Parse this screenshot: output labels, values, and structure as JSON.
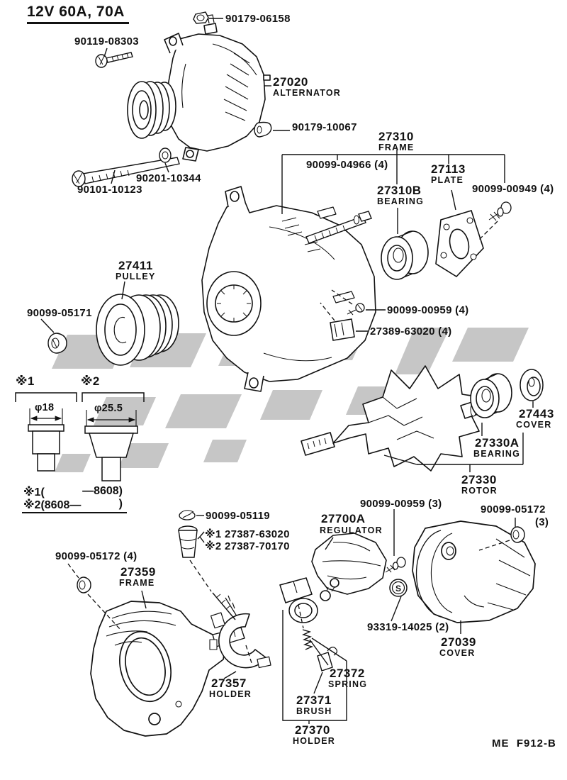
{
  "header": {
    "title": "12V 60A, 70A"
  },
  "footer": {
    "code": "ME  F912-B"
  },
  "symbols": {
    "s_mark": "S"
  },
  "parts": {
    "alternator": {
      "number": "27020",
      "name": "ALTERNATOR"
    },
    "frame_front": {
      "number": "27310",
      "name": "FRAME"
    },
    "bearing_front": {
      "number": "27310B",
      "name": "BEARING"
    },
    "plate": {
      "number": "27113",
      "name": "PLATE"
    },
    "pulley": {
      "number": "27411",
      "name": "PULLEY"
    },
    "cover_small": {
      "number": "27443",
      "name": "COVER"
    },
    "bearing_rear": {
      "number": "27330A",
      "name": "BEARING"
    },
    "rotor": {
      "number": "27330",
      "name": "ROTOR"
    },
    "regulator": {
      "number": "27700A",
      "name": "REGULATOR"
    },
    "cover_rear": {
      "number": "27039",
      "name": "COVER"
    },
    "frame_rear": {
      "number": "27359",
      "name": "FRAME"
    },
    "holder_c": {
      "number": "27357",
      "name": "HOLDER"
    },
    "spring": {
      "number": "27372",
      "name": "SPRING"
    },
    "brush": {
      "number": "27371",
      "name": "BRUSH"
    },
    "holder_brush": {
      "number": "27370",
      "name": "HOLDER"
    }
  },
  "callouts": {
    "c90179_06158": "90179-06158",
    "c90119_08303": "90119-08303",
    "c90179_10067": "90179-10067",
    "c90201_10344": "90201-10344",
    "c90101_10123": "90101-10123",
    "c90099_04966": "90099-04966 (4)",
    "c90099_00949": "90099-00949 (4)",
    "c90099_05171": "90099-05171",
    "c90099_00959_4": "90099-00959 (4)",
    "c27389_63020": "27389-63020 (4)",
    "c90099_00959_3": "90099-00959 (3)",
    "c90099_05172_3": "90099-05172",
    "c90099_05172_3_qty": "(3)",
    "c93319_14025": "93319-14025 (2)",
    "c90099_05119": "90099-05119",
    "c27387_63020": "※1 27387-63020",
    "c27387_70170": "※2 27387-70170",
    "c90099_05172_4": "90099-05172 (4)"
  },
  "notes": {
    "mark1": "※1",
    "mark2": "※2",
    "dia1": "φ18",
    "dia2": "φ25.5",
    "range1_pre": "※1(",
    "range1_val": "—8608)",
    "range2_pre": "※2(8608—",
    "range2_val": ")"
  }
}
